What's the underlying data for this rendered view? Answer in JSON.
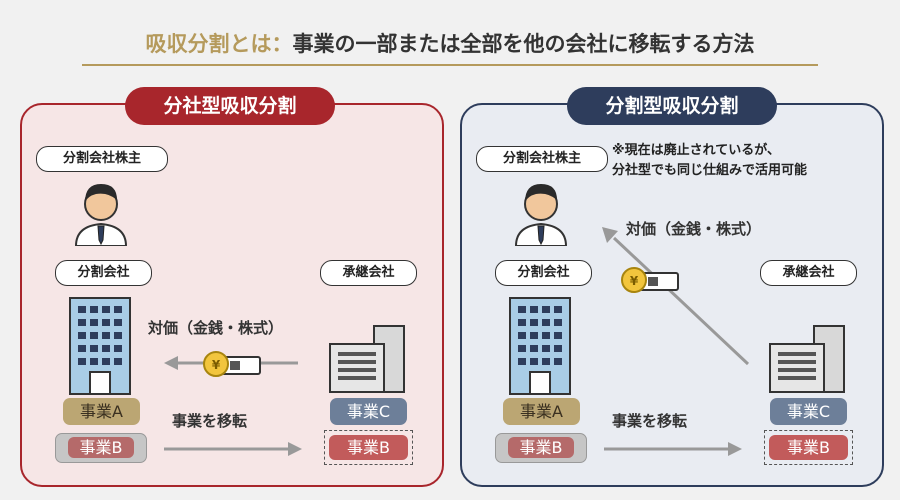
{
  "title": {
    "prefix": "吸収分割とは：",
    "main": "事業の一部または全部を他の会社に移転する方法"
  },
  "left": {
    "heading": "分社型吸収分割",
    "shareholder": "分割会社株主",
    "company_a": "分割会社",
    "company_b": "承継会社",
    "consideration": "対価（金銭・株式）",
    "transfer": "事業を移転",
    "biz_a": "事業A",
    "biz_b": "事業B",
    "biz_c": "事業C",
    "biz_b_moved": "事業B"
  },
  "right": {
    "heading": "分割型吸収分割",
    "shareholder": "分割会社株主",
    "note_line1": "※現在は廃止されているが、",
    "note_line2": "分社型でも同じ仕組みで活用可能",
    "company_a": "分割会社",
    "company_b": "承継会社",
    "consideration": "対価（金銭・株式）",
    "transfer": "事業を移転",
    "biz_a": "事業A",
    "biz_b": "事業B",
    "biz_c": "事業C",
    "biz_b_moved": "事業B"
  },
  "icons": [
    "person-icon",
    "office-building-icon",
    "factory-building-icon",
    "yen-coin-icon",
    "banknote-icon",
    "arrow-icon"
  ],
  "colors": {
    "red": "#a8262c",
    "navy": "#2e3d5c",
    "gold": "#b59a5c"
  }
}
